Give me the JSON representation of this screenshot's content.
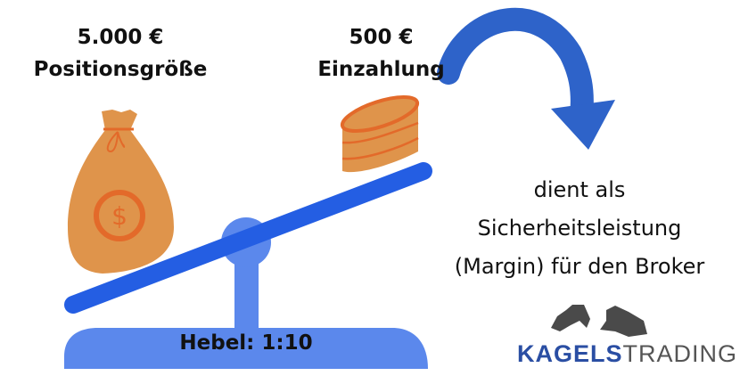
{
  "left_label": {
    "amount": "5.000 €",
    "caption": "Positionsgröße"
  },
  "right_label": {
    "amount": "500 €",
    "caption": "Einzahlung"
  },
  "scale_label": "Hebel: 1:10",
  "description": {
    "line1": "dient als",
    "line2": "Sicherheitsleistung",
    "line3": "(Margin) für den Broker"
  },
  "logo": {
    "part1": "KAGELS",
    "part2": "TRADING"
  },
  "colors": {
    "orange": "#df944b",
    "orange_dark": "#e36a2a",
    "beam": "#245ee3",
    "stand": "#5b88ec",
    "arrow": "#2e63c9"
  }
}
